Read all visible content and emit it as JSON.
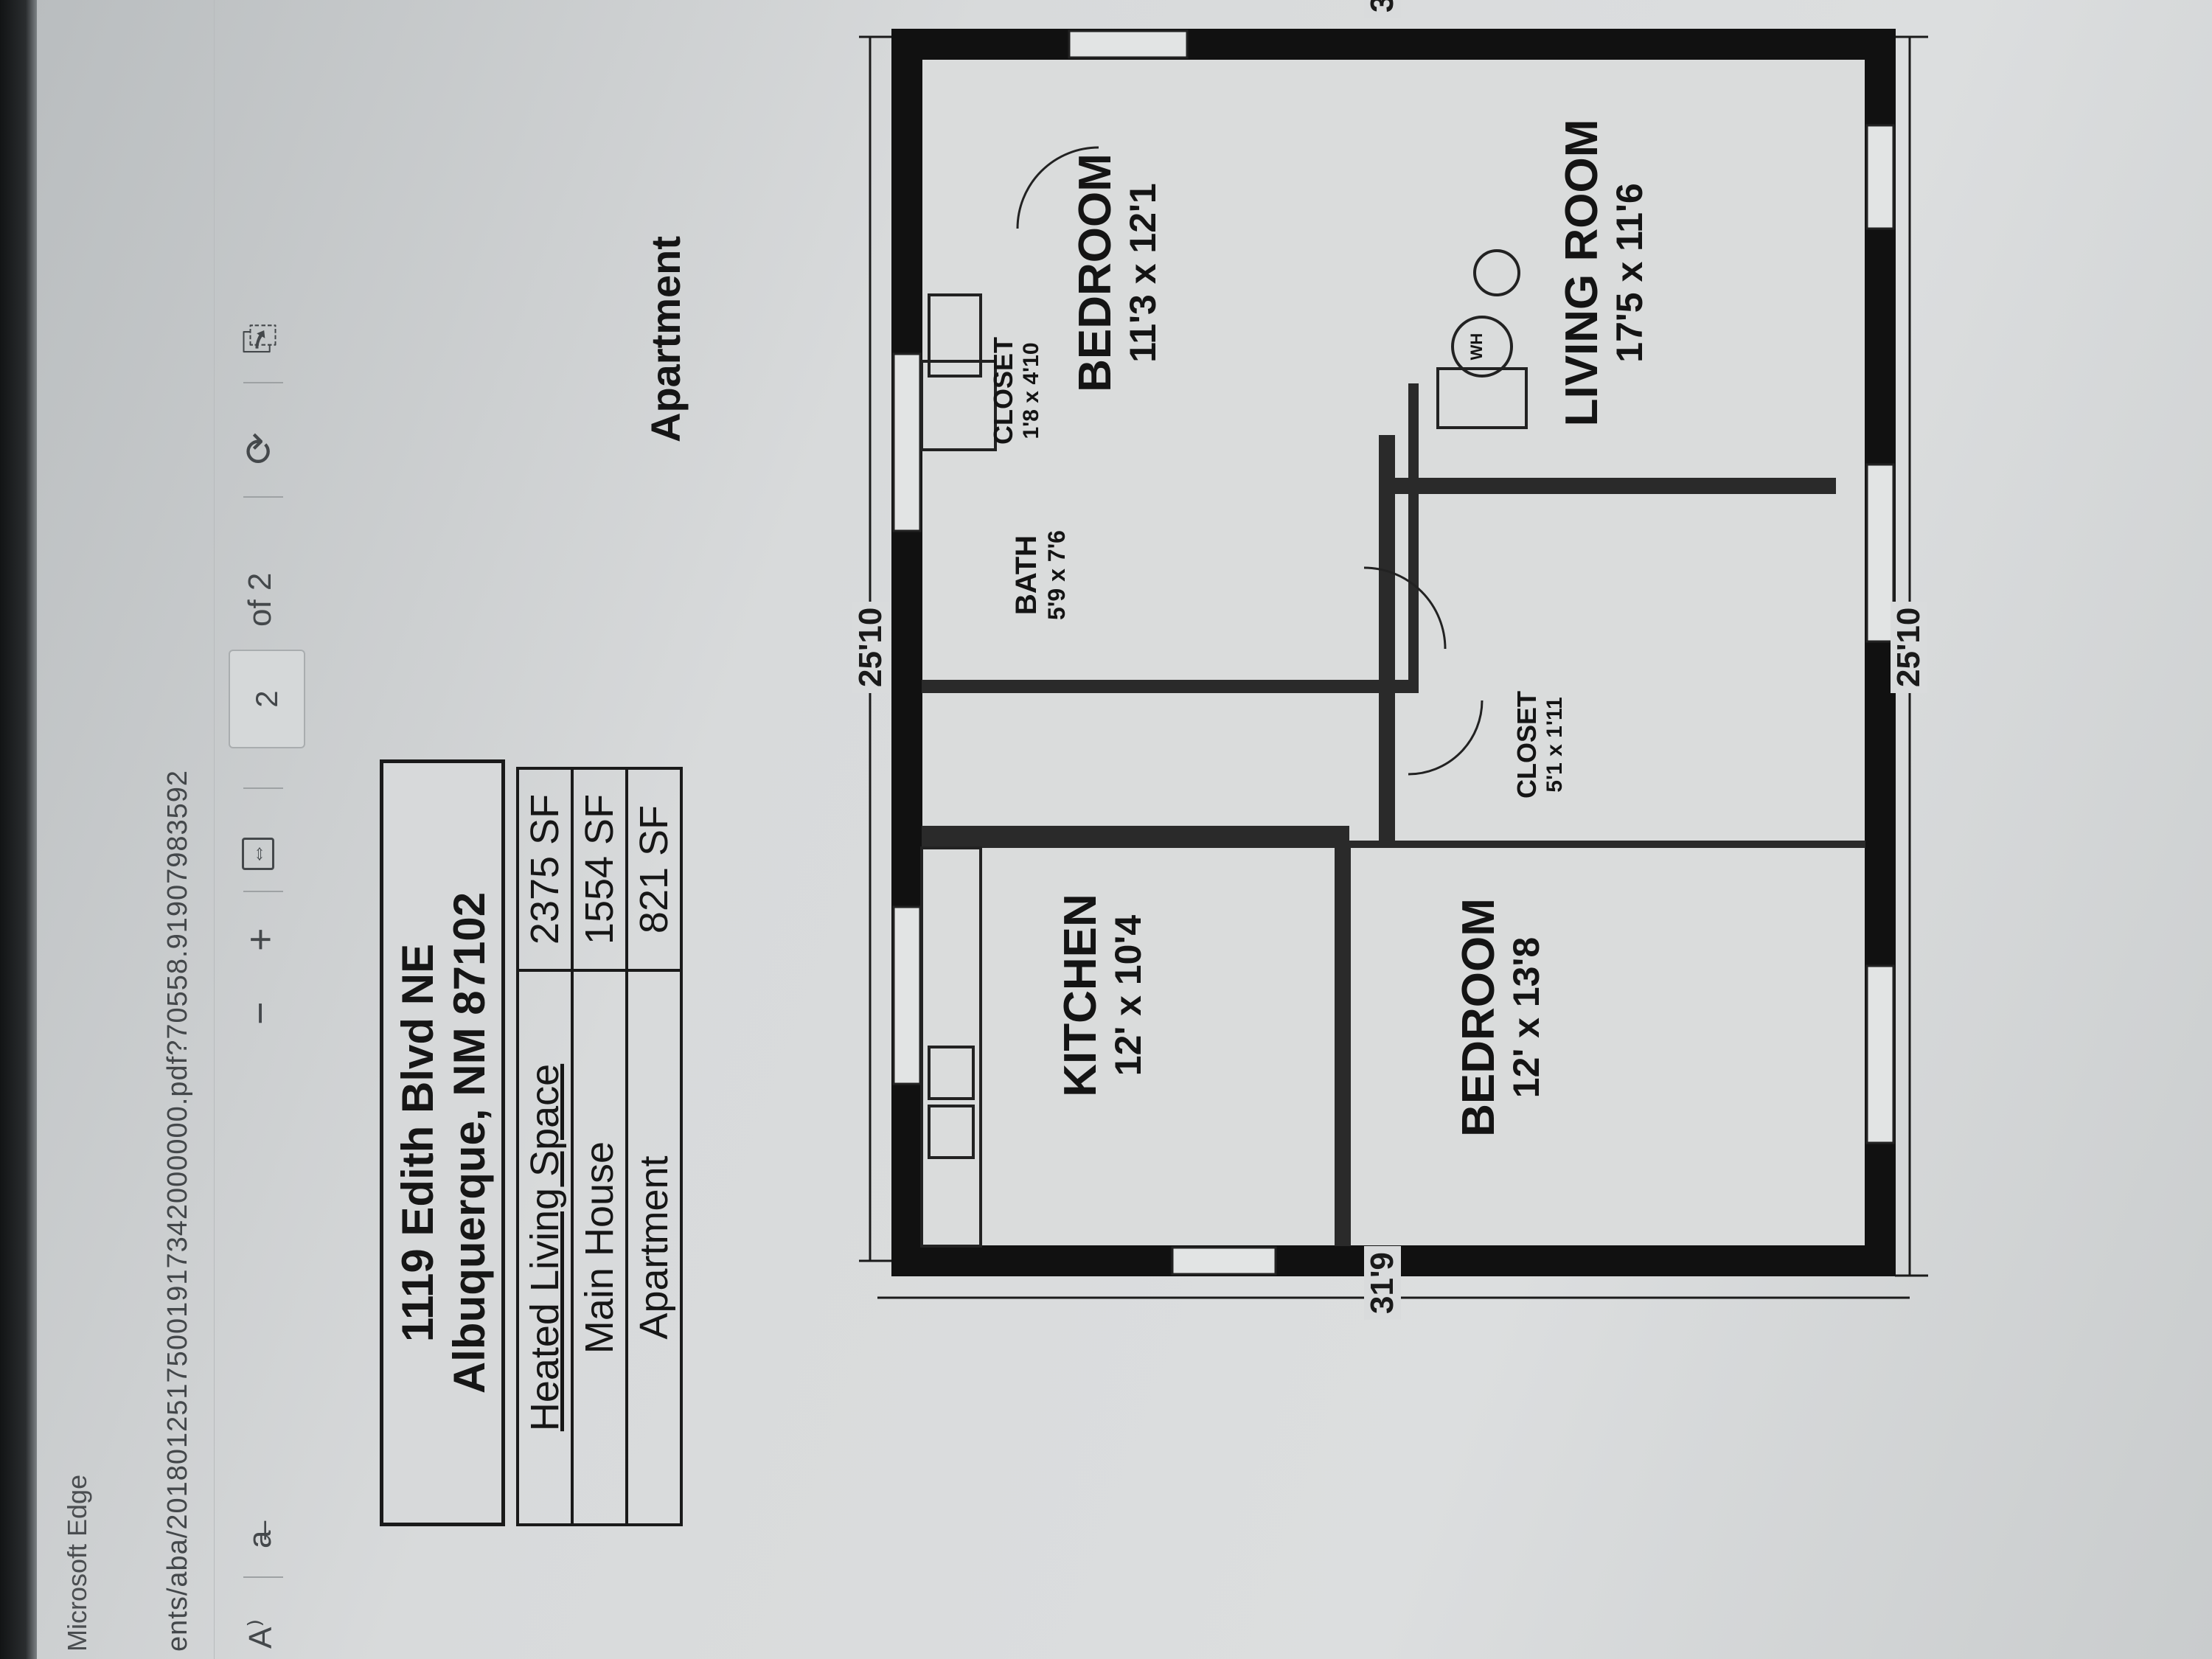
{
  "browser": {
    "window_title": "Microsoft Edge",
    "address": "ents/aba/20180125175001917342000000.pdf?70558.91907983592"
  },
  "pdf_toolbar": {
    "read_aloud_icon": "A⁾",
    "aa_label": "a̶",
    "zoom_out": "−",
    "zoom_in": "+",
    "fit_icon": "⇔",
    "page_current": "2",
    "page_total": "of 2",
    "rotate_icon": "⟳",
    "two_page_icon": "⎘"
  },
  "document": {
    "address_line1": "1119 Edith Blvd NE",
    "address_line2": "Albuquerque, NM 87102",
    "areas": [
      {
        "label": "Heated Living Space",
        "value": "2375 SF"
      },
      {
        "label": "Main House",
        "value": "1554 SF"
      },
      {
        "label": "Apartment",
        "value": "821 SF"
      }
    ],
    "plan_title": "Apartment",
    "rooms": {
      "kitchen": {
        "name": "KITCHEN",
        "size": "12' x 10'4"
      },
      "bedroom1": {
        "name": "BEDROOM",
        "size": "12' x 13'8"
      },
      "closet1": {
        "name": "CLOSET",
        "size": "5'1 x 1'11"
      },
      "bath": {
        "name": "BATH",
        "size": "5'9 x 7'6"
      },
      "closet2": {
        "name": "CLOSET",
        "size": "1'8 x 4'10"
      },
      "bedroom2": {
        "name": "BEDROOM",
        "size": "11'3 x 12'1"
      },
      "living": {
        "name": "LIVING ROOM",
        "size": "17'5 x 11'6"
      },
      "wh": "WH"
    },
    "dimensions": {
      "top": "25'10",
      "bottom": "25'10",
      "left": "31'9",
      "right": "31'9"
    }
  }
}
